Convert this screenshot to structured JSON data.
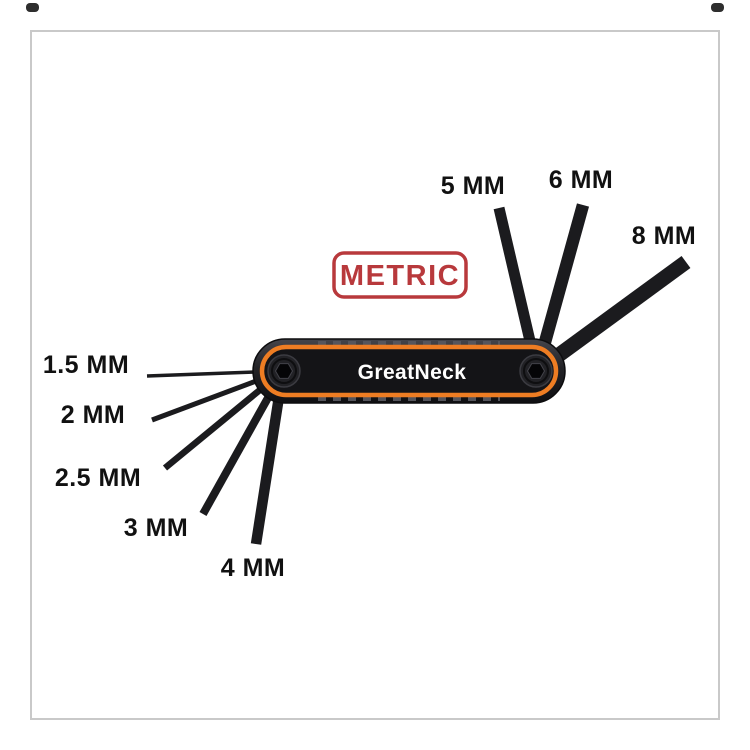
{
  "product": {
    "brand": "GreatNeck",
    "badge": "METRIC"
  },
  "size_labels": {
    "left": [
      "1.5 MM",
      "2 MM",
      "2.5 MM",
      "3 MM",
      "4 MM"
    ],
    "right": [
      "5 MM",
      "6 MM",
      "8 MM"
    ]
  },
  "colors": {
    "accent-orange": "#ee7d23",
    "badge-red": "#b8393c",
    "key-black": "#1b1b1e",
    "label-text": "#111111",
    "frame-border": "#c9c9c9",
    "brand-text": "#ffffff"
  }
}
